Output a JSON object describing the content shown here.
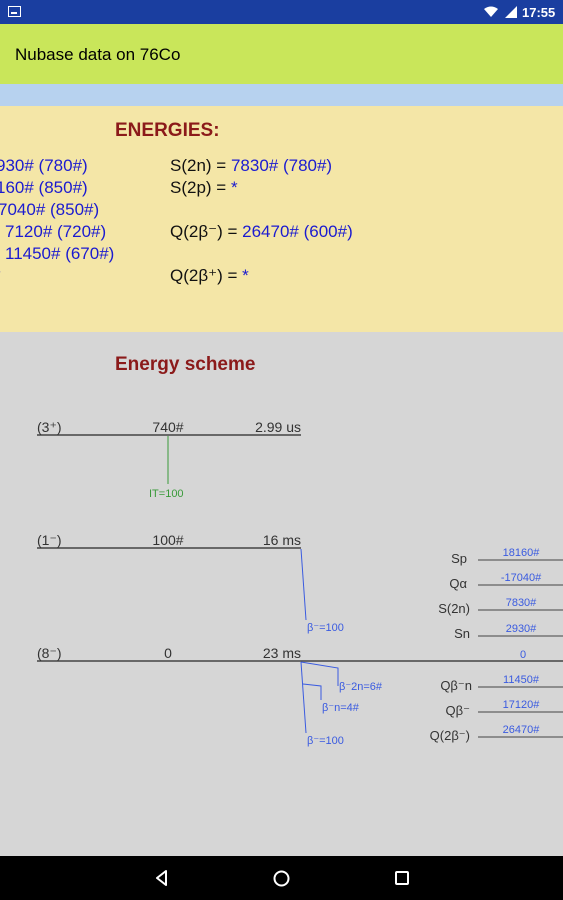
{
  "status_bar": {
    "time": "17:55"
  },
  "app_bar": {
    "title": "Nubase data on 76Co"
  },
  "energies": {
    "header": "ENERGIES:",
    "left_lines": [
      "930# (780#)",
      "160# (850#)",
      "7040# (850#)",
      "7120# (720#)",
      "11450# (670#)",
      "*"
    ],
    "right": [
      {
        "label": "S(2n) = ",
        "value": "7830# (780#)"
      },
      {
        "label": "S(2p) = ",
        "value": "*"
      },
      {
        "label": "Q(2β⁻) = ",
        "value": "26470# (600#)"
      },
      {
        "label": "Q(2β⁺) = ",
        "value": "*"
      }
    ]
  },
  "scheme": {
    "header": "Energy scheme",
    "levels": [
      {
        "spin": "(3⁺)",
        "energy": "740#",
        "halflife": "2.99 us"
      },
      {
        "spin": "(1⁻)",
        "energy": "100#",
        "halflife": "16 ms"
      },
      {
        "spin": "(8⁻)",
        "energy": "0",
        "halflife": "23 ms"
      }
    ],
    "decays": [
      "IT=100",
      "β⁻=100",
      "β⁻2n=6#",
      "β⁻n=4#",
      "β⁻=100"
    ],
    "side_values": [
      {
        "label": "Sp",
        "value": "18160#"
      },
      {
        "label": "Qα",
        "value": "-17040#"
      },
      {
        "label": "S(2n)",
        "value": "7830#"
      },
      {
        "label": "Sn",
        "value": "2930#"
      },
      {
        "label": "",
        "value": "0"
      },
      {
        "label": "Qβ⁻n",
        "value": "11450#"
      },
      {
        "label": "Qβ⁻",
        "value": "17120#"
      },
      {
        "label": "Q(2β⁻)",
        "value": "26470#"
      }
    ]
  },
  "colors": {
    "status_bar": "#1a3ea0",
    "app_bar": "#c9e65a",
    "energies_bg": "#f4e6a7",
    "header_red": "#8b1a1a",
    "value_blue": "#1b1bd0",
    "it_green": "#3a9a3a"
  }
}
